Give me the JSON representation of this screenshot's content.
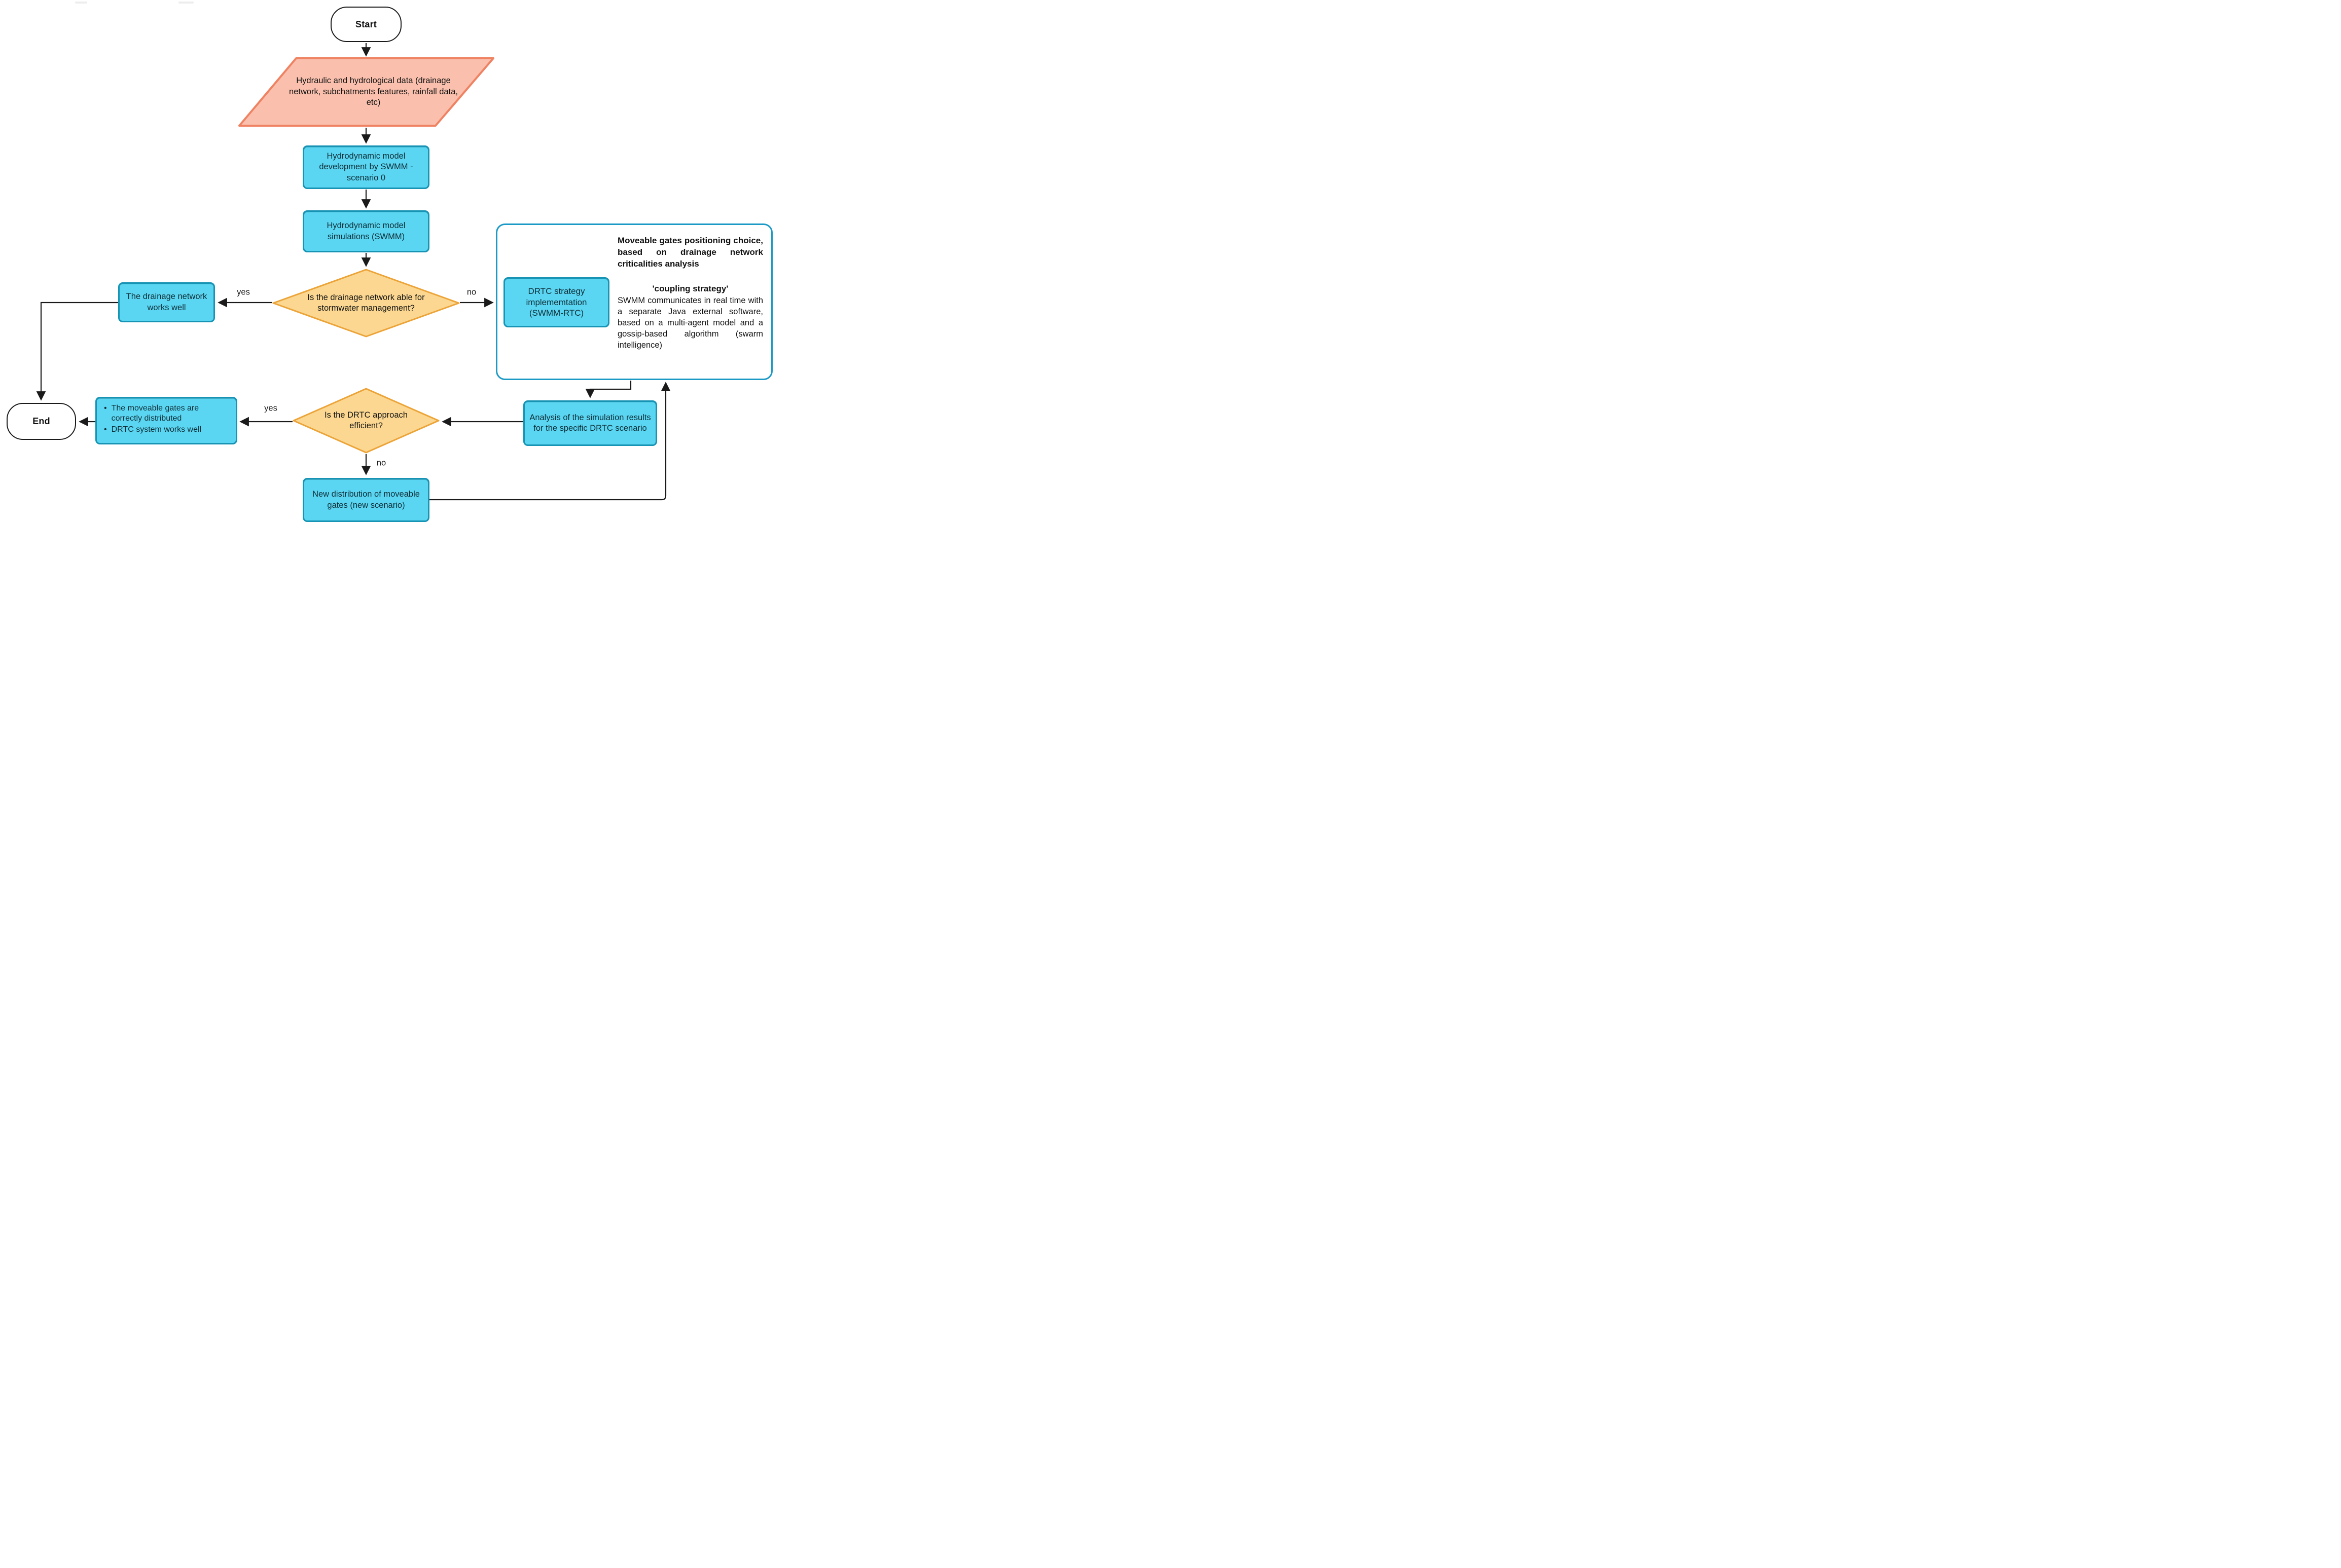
{
  "nodes": {
    "start": {
      "label": "Start"
    },
    "hydraulic_data": {
      "label": "Hydraulic and hydrological data (drainage network, subchatments features, rainfall data, etc)"
    },
    "model_development": {
      "label": "Hydrodynamic model development by SWMM - scenario 0"
    },
    "model_simulations": {
      "label": "Hydrodynamic model simulations (SWMM)"
    },
    "decision_drainage": {
      "label": "Is the drainage network able for stormwater management?"
    },
    "drainage_ok": {
      "label": "The drainage network works well"
    },
    "drtc_strategy": {
      "label": "DRTC strategy implememtation (SWMM-RTC)"
    },
    "moveable_gates_note": {
      "heading": "Moveable gates positioning choice, based on drainage network criticalities analysis",
      "subheading": "'coupling strategy'",
      "body": "SWMM communicates in real time with a separate Java external software, based on a multi-agent model and a gossip-based algorithm (swarm intelligence)"
    },
    "analysis": {
      "label": "Analysis of the simulation results for the specific DRTC scenario"
    },
    "decision_drtc": {
      "label": "Is the DRTC approach efficient?"
    },
    "drtc_ok": {
      "bullet_char": "•",
      "bullets": [
        "The moveable gates are correctly distributed",
        "DRTC system works well"
      ]
    },
    "new_distribution": {
      "label": "New distribution of moveable gates (new scenario)"
    },
    "end": {
      "label": "End"
    }
  },
  "edge_labels": {
    "drainage_yes": "yes",
    "drainage_no": "no",
    "drtc_yes": "yes",
    "drtc_no": "no"
  },
  "colors": {
    "process_fill": "#5bd6f2",
    "process_border": "#1793b4",
    "decision_fill": "#fbd791",
    "decision_border": "#eca438",
    "data_fill": "#fac0ad",
    "data_border": "#ef8262",
    "container_border": "#1b9ac6",
    "terminator_border": "#1a1a1a",
    "connector": "#1a1a1a"
  }
}
